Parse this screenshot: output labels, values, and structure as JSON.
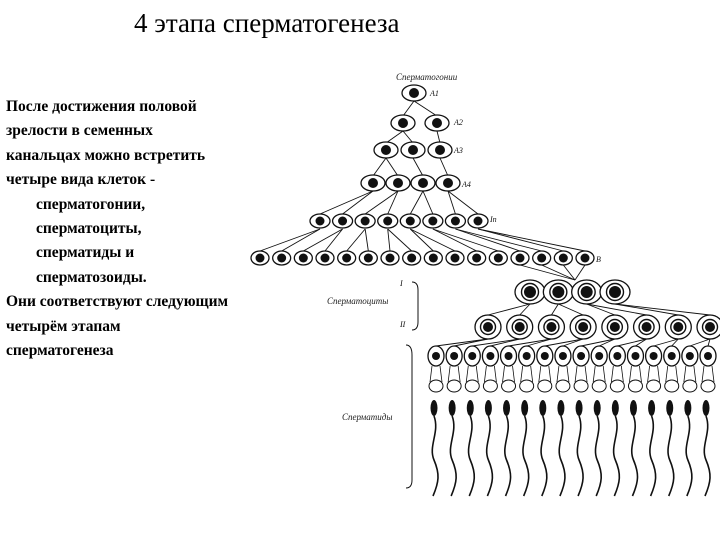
{
  "slide": {
    "title": "4 этапа сперматогенеза"
  },
  "body": {
    "intro_lines": [
      "После достижения половой",
      "зрелости в семенных",
      "канальцах можно встретить",
      "четыре вида клеток -"
    ],
    "cell_types": [
      "сперматогонии,",
      "сперматоциты,",
      "сперматиды и",
      "сперматозоиды."
    ],
    "outro_lines": [
      "Они соответствуют следующим",
      "четырём этапам",
      "сперматогенеза"
    ]
  },
  "diagram": {
    "labels": {
      "spermatogonia": "Сперматогонии",
      "spermatocytes": "Сперматоциты",
      "spermatids": "Сперматиды"
    },
    "row_markers": [
      "A1",
      "A2",
      "A3",
      "A4",
      "In",
      "B"
    ],
    "spermatocyte_markers": [
      "I",
      "II"
    ],
    "ink_color": "#111111"
  }
}
